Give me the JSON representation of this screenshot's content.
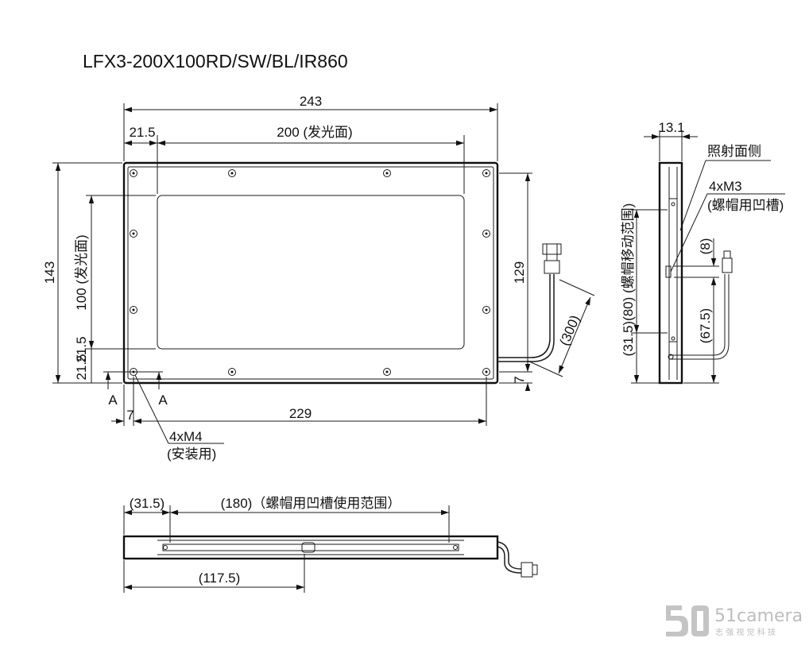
{
  "title": "LFX3-200X100RD/SW/BL/IR860",
  "front_view": {
    "overall_width": "243",
    "left_offset": "21.5",
    "emitting_width": "200 (发光面)",
    "overall_height": "143",
    "emitting_height": "100 (发光面)",
    "bottom_offset_upper": "21.5",
    "bottom_offset_lower": "21.5",
    "edge_left": "7",
    "edge_right": "7",
    "hole_spacing": "229",
    "cable_height": "129",
    "cable_length": "(300)",
    "section_mark_left": "A",
    "section_mark_right": "A",
    "mount_holes": "4xM4",
    "mount_holes_note": "(安装用)"
  },
  "side_view": {
    "thickness": "13.1",
    "irradiation_side": "照射面侧",
    "groove_screws": "4xM3",
    "groove_note": "(螺帽用凹槽)",
    "nut_range": "(31.5)(80) (螺帽移动范围)",
    "offset_8": "(8)",
    "offset_67_5": "(67.5)"
  },
  "bottom_view": {
    "offset_left": "(31.5)",
    "groove_range": "(180)（螺帽用凹槽使用范围）",
    "offset_center": "(117.5)"
  },
  "watermark": {
    "brand": "51camera",
    "slogan": "志 强 视 觉 科 技"
  }
}
